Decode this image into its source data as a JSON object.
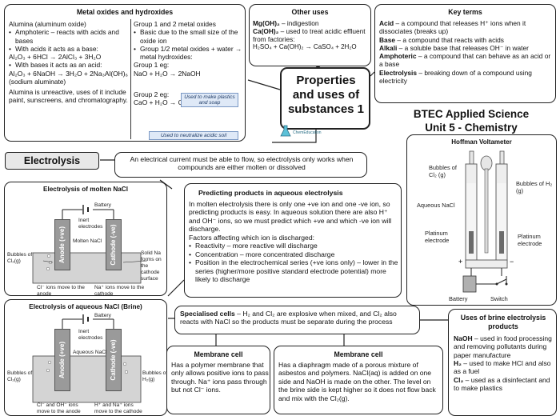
{
  "colors": {
    "border": "#222222",
    "electrode": "#9a9a9a",
    "note_bg": "#dfe9f7",
    "electrolysis_bg": "#e8e8e8"
  },
  "metal_oxides": {
    "title": "Metal oxides and hydroxides",
    "alumina_heading": "Alumina (aluminum oxide)",
    "bullet1": "Amphoteric – reacts with acids and bases",
    "bullet2": "With acids it acts as a base:",
    "eq1": "Al₂O₃ + 6HCl → 2AlCl₃ + 3H₂O",
    "bullet3": "With bases it acts as an acid:",
    "eq2": "Al₂O₃ + 6NaOH → 3H₂O + 2Na₃Al(OH)₆ (sodium aluminate)",
    "alumina_note": "Alumina is unreactive, uses of it include paint, sunscreens, and chromatography.",
    "group_heading": "Group 1 and 2 metal oxides",
    "gbullet1": "Basic due to the small size of the oxide ion",
    "gbullet2": "Group 1/2 metal oxides + water → metal hydroxides:",
    "g1_label": "Group 1 eg:",
    "g1_eq": "NaO + H₂O → 2NaOH",
    "g1_note": "Used to make plastics and soap",
    "g2_label": "Group 2 eg:",
    "g2_eq": "CaO + H₂O → Ca(OH)₂",
    "g2_note": "Used to neutralize acidic soil"
  },
  "other_uses": {
    "title": "Other uses",
    "line1_formula": "Mg(OH)₂",
    "line1_text": " – indigestion",
    "line2_formula": "Ca(OH)₂",
    "line2_text": " – used to treat acidic effluent from factories:",
    "equation": "H₂SO₄ + Ca(OH)₂ → CaSO₄ + 2H₂O"
  },
  "key_terms": {
    "title": "Key terms",
    "acid_term": "Acid",
    "acid_def": " – a compound that releases H⁺ ions when it dissociates (breaks up)",
    "base_term": "Base",
    "base_def": " – a compound that reacts with acids",
    "alkali_term": "Alkali",
    "alkali_def": " – a soluble base that releases OH⁻ in water",
    "amph_term": "Amphoteric",
    "amph_def": " – a compound that can behave as an acid or a base",
    "elec_term": "Electrolysis",
    "elec_def": " – breaking down of a compound using electricity"
  },
  "center_title": "Properties and uses of substances 1",
  "logo_text": "ChemEducation",
  "course_title_line1": "BTEC Applied Science",
  "course_title_line2": "Unit 5 - Chemistry",
  "electrolysis_label": "Electrolysis",
  "electrolysis_intro": "An electrical current must be able to flow, so electrolysis only works when compounds are either molten or dissolved",
  "molten": {
    "title": "Electrolysis of molten NaCl",
    "anode": "Anode (+ve)",
    "cathode": "Cathode (-ve)",
    "battery": "Battery",
    "inert": "Inert electrodes",
    "molten_label": "Molten NaCl",
    "bubbles": "Bubbles of Cl₂(g)",
    "solid_na": "Solid Na forms on the cathode surface",
    "cl_move": "Cl⁻ ions move to the anode",
    "na_move": "Na⁺ ions move to the cathode"
  },
  "predicting": {
    "title": "Predicting products in aqueous electrolysis",
    "para": "In molten electrolysis there is only one +ve ion and one -ve ion, so predicting products is easy. In aqueous solution there are also H⁺ and OH⁻ ions, so we must predict which +ve and which -ve ion will discharge.",
    "factors": "Factors affecting which ion is discharged:",
    "f1": "Reactivity – more reactive will discharge",
    "f2": "Concentration – more concentrated discharge",
    "f3": "Position in the electrochemical series (+ve ions only) – lower in the series (higher/more positive standard electrode potential) more likely to discharge"
  },
  "hoffman": {
    "title": "Hoffman Voltameter",
    "cl2": "Bubbles of Cl₂ (g)",
    "h2": "Bubbles of H₂ (g)",
    "aq": "Aqueous NaCl",
    "plat_left": "Platinum electrode",
    "plat_right": "Platinum electrode",
    "battery": "Battery",
    "switch": "Switch"
  },
  "brine": {
    "title": "Electrolysis of aqueous NaCl (Brine)",
    "anode": "Anode (+ve)",
    "cathode": "Cathode (-ve)",
    "battery": "Battery",
    "inert": "Inert electrodes",
    "aq_label": "Aqueous NaCl",
    "bubbles_cl": "Bubbles of Cl₂(g)",
    "bubbles_h": "Bubbles of H₂(g)",
    "cl_move": "Cl⁻ and OH⁻ ions move to the anode",
    "h_move": "H⁺ and Na⁺ ions move to the cathode"
  },
  "specialised": {
    "term": "Specialised cells",
    "text": " – H₂ and Cl₂ are explosive when mixed, and Cl₂ also reacts with NaCl so the products must be separate during the process"
  },
  "membrane1": {
    "title": "Membrane cell",
    "text": "Has a polymer membrane that only allows positive ions to pass through. Na⁺ ions pass through but not Cl⁻ ions."
  },
  "membrane2": {
    "title": "Membrane cell",
    "text": "Has a diaphragm made of a porous mixture of asbestos and polymers. NaCl(aq) is added on one side and NaOH is made on the other. The level on the brine side is kept higher so it does not flow back and mix with the Cl₂(g)."
  },
  "brine_uses": {
    "title": "Uses of brine electrolysis products",
    "naoh_term": "NaOH",
    "naoh_text": " – used in food processing and removing pollutants during paper manufacture",
    "h2_term": "H₂",
    "h2_text": " – used to make HCl and also as a fuel",
    "cl2_term": "Cl₂",
    "cl2_text": " – used as a disinfectant and to make plastics"
  }
}
